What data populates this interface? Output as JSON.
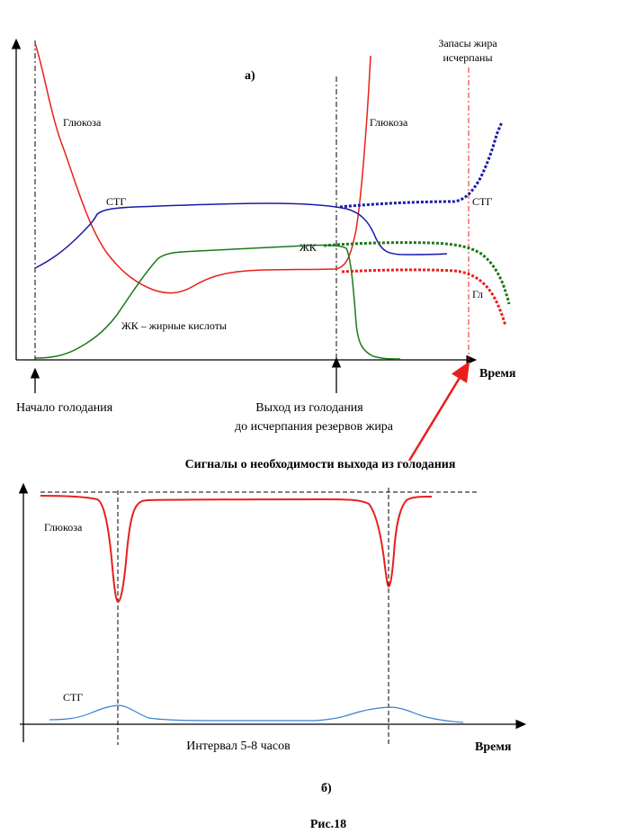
{
  "panel_a": {
    "label": "а)",
    "time_axis": "Время",
    "glucose_left": "Глюкоза",
    "glucose_right": "Глюкоза",
    "stg_left": "СТГ",
    "stg_right": "СТГ",
    "fa_mid": "ЖК",
    "fa_legend": "ЖК – жирные кислоты",
    "gl_short": "Гл",
    "fat_depleted_line1": "Запасы жира",
    "fat_depleted_line2": "исчерпаны",
    "start_fasting": "Начало голодания",
    "exit_line1": "Выход из голодания",
    "exit_line2": "до исчерпания резервов жира"
  },
  "signals_caption": "Сигналы о необходимости  выхода из голодания",
  "panel_b": {
    "label": "б)",
    "glucose": "Глюкоза",
    "stg": "СТГ",
    "interval": "Интервал 5-8 часов",
    "time_axis": "Время"
  },
  "figure_caption": "Рис.18",
  "colors": {
    "glucose": "#e8201c",
    "stg": "#1a1aa8",
    "stg_b": "#3b7fd4",
    "fatty_acids": "#1a7a1a",
    "axis": "#000000"
  }
}
